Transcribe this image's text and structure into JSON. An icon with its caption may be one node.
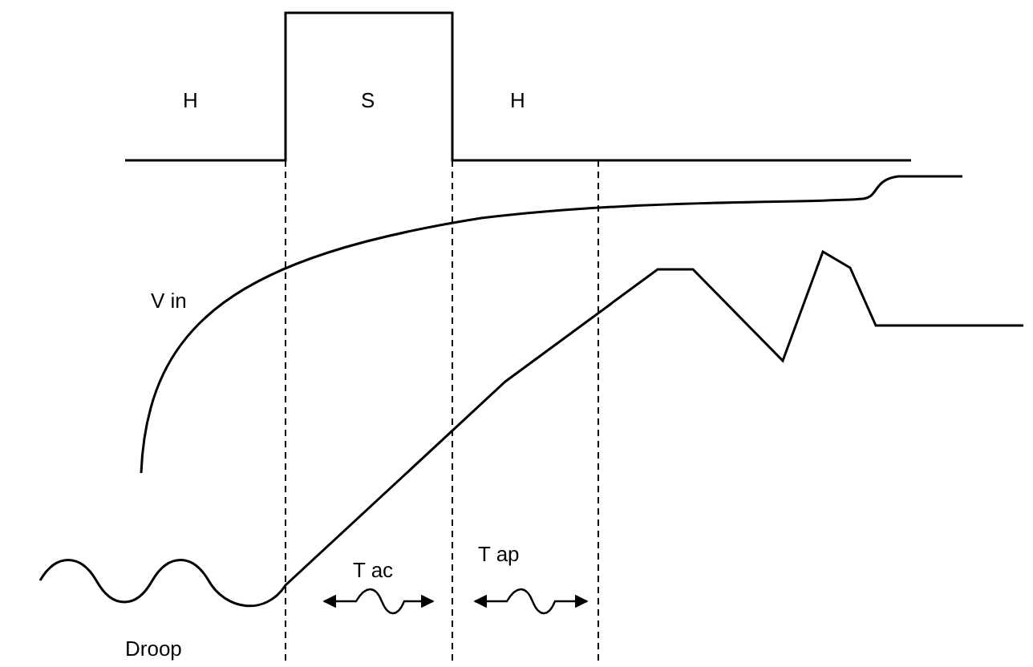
{
  "diagram": {
    "labels": [
      "H",
      "S",
      "H",
      "V in",
      "T ac",
      "T ap",
      "Droop"
    ]
  }
}
